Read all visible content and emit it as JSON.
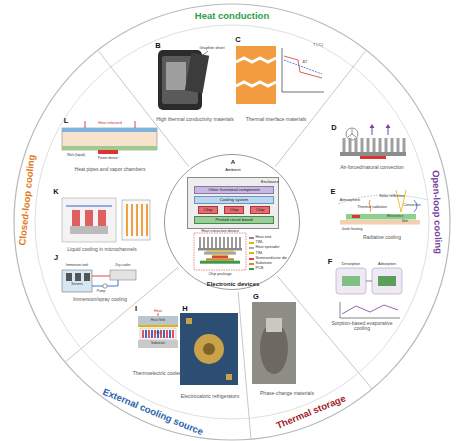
{
  "diagram": {
    "nodes": [
      {
        "text": [
          "A",
          "Ambient",
          "Electronic devices"
        ]
      },
      {
        "text": [
          "Enclosure"
        ],
        "in": 0
      },
      {
        "text": [
          "Other functional component"
        ],
        "in": 1
      },
      {
        "text": [
          "Cooling system"
        ],
        "in": 1
      },
      {
        "text": [
          "Chip"
        ],
        "in": 1
      },
      {
        "text": [
          "Chip"
        ],
        "in": 1
      },
      {
        "text": [
          "Chip"
        ],
        "in": 1
      },
      {
        "text": [
          "Printed circuit board"
        ],
        "in": 1
      }
    ],
    "labels": [
      "Heat conduction",
      "Open-loop cooling",
      "Thermal storage",
      "External cooling source",
      "Closed-loop cooling",
      "B",
      "Graphite sheet",
      "High thermal conductivity materials",
      "C",
      "T (°C)",
      "ΔT",
      "Thermal interface materials",
      "D",
      "Air-forced/natural convection",
      "E",
      "Atmosphere",
      "Solar reflection",
      "Thermal radiation",
      "Convection",
      "Joule heating",
      "Electronics",
      "Skin",
      "Radiative cooling",
      "F",
      "Desorption",
      "Adsorption",
      "Sorption-based evaporative cooling",
      "G",
      "Phase-change materials",
      "H",
      "Electrocaloric refrigerators",
      "I",
      "Heat",
      "Heat Sink",
      "TEC",
      "Substrate",
      "Thermoelectric coolers",
      "J",
      "Immersion tank",
      "Dry cooler",
      "Pump",
      "Servers",
      "Immersion/spray cooling",
      "K",
      "Liquid cooling in microchannels",
      "L",
      "Heat released",
      "Wick (liquid)",
      "Power device",
      "Heat pipes and vapor chambers",
      "Heat extraction device",
      "Chip package"
    ],
    "legend": [
      {
        "text": "Heat sink",
        "color": "#8a8a8a"
      },
      {
        "text": "TIM₂",
        "color": "#e8b400"
      },
      {
        "text": "Heat spreader",
        "color": "#a8a8a8"
      },
      {
        "text": "TIM₁",
        "color": "#e8b400"
      },
      {
        "text": "Semiconductor die",
        "color": "#d4463a"
      },
      {
        "text": "Substrate",
        "color": "#d08a30"
      },
      {
        "text": "PCB",
        "color": "#3a9a4a"
      }
    ]
  }
}
